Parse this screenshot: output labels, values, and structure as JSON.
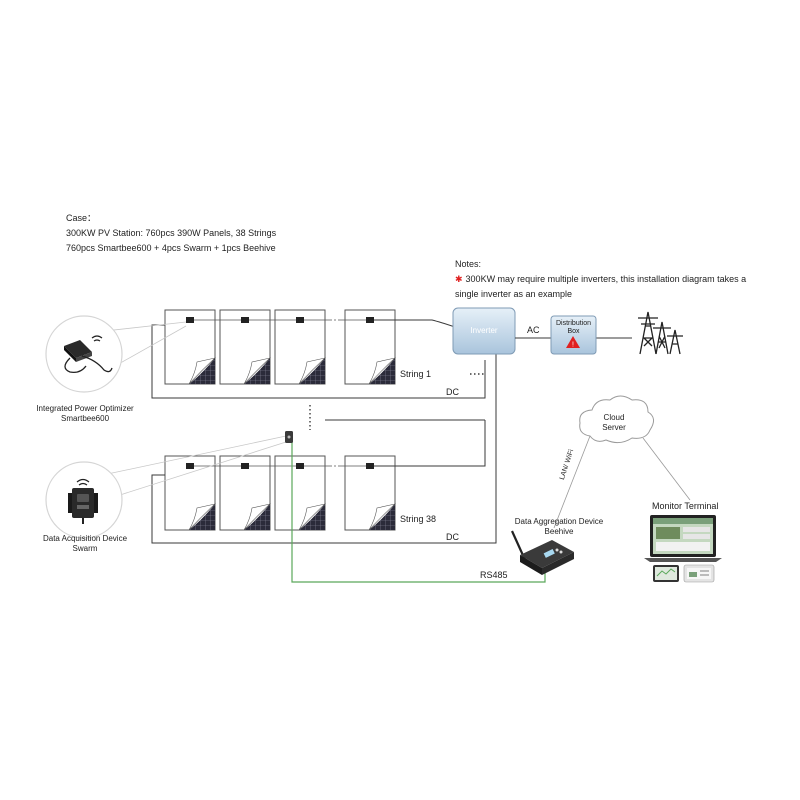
{
  "case": {
    "heading": "Case：",
    "line1": "300KW PV Station: 760pcs 390W Panels, 38 Strings",
    "line2": "760pcs Smartbee600 + 4pcs Swarm + 1pcs Beehive"
  },
  "notes": {
    "heading": "Notes:",
    "star": "✱",
    "line1": "300KW may require multiple inverters, this installation diagram takes a",
    "line2": "single inverter as an example"
  },
  "labels": {
    "inverter": "Inverter",
    "ac": "AC",
    "distribution_box_line1": "Distribution",
    "distribution_box_line2": "Box",
    "string1": "String 1",
    "string38": "String 38",
    "dc_top": "DC",
    "dc_bottom": "DC",
    "rs485": "RS485",
    "lan_wifi": "LAN/ WiFi",
    "cloud_line1": "Cloud",
    "cloud_line2": "Server",
    "optimizer_line1": "Integrated  Power Optimizer",
    "optimizer_line2": "Smartbee600",
    "swarm_line1": "Data Acquisition Device",
    "swarm_line2": "Swarm",
    "beehive_line1": "Data Aggregation Device",
    "beehive_line2": "Beehive",
    "monitor_terminal": "Monitor Terminal"
  },
  "colors": {
    "wire": "#3a3a3a",
    "rs485_wire": "#5aa85a",
    "inverter_fill": "#c8dced",
    "distribution_fill": "#c8dced",
    "warning": "#e02020",
    "panel_grid": "#2b2b3a"
  }
}
